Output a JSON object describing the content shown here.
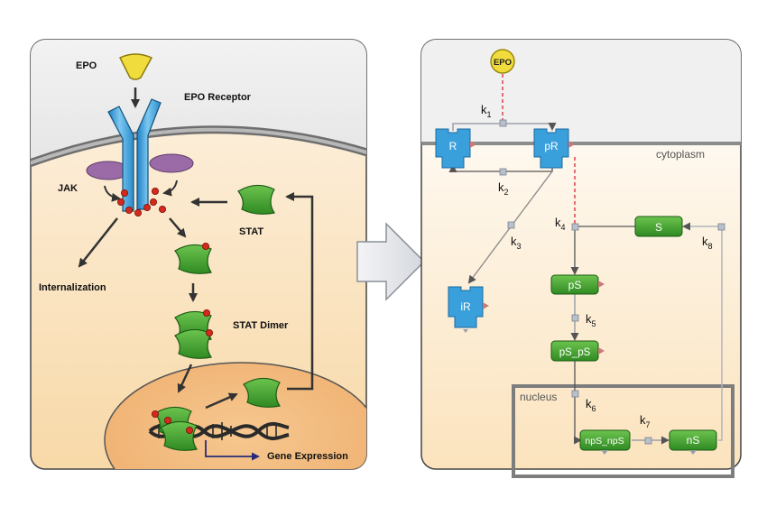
{
  "left_panel": {
    "epo": "EPO",
    "epo_receptor": "EPO Receptor",
    "jak": "JAK",
    "stat": "STAT",
    "internalization": "Internalization",
    "stat_dimer": "STAT Dimer",
    "gene_expression": "Gene Expression"
  },
  "right_panel": {
    "epo": "EPO",
    "cytoplasm": "cytoplasm",
    "nucleus": "nucleus",
    "species": {
      "R": "R",
      "pR": "pR",
      "iR": "iR",
      "S": "S",
      "pS": "pS",
      "pS_pS": "pS_pS",
      "npS_npS": "npS_npS",
      "nS": "nS"
    },
    "rates": {
      "k1": "1",
      "k2": "2",
      "k3": "3",
      "k4": "4",
      "k5": "5",
      "k6": "6",
      "k7": "7",
      "k8": "8"
    },
    "rate_symbol": "k"
  },
  "colors": {
    "receptor_blue": "#3aa0dc",
    "stat_green": "#3c9a2a",
    "epo_yellow": "#f0dc3c",
    "jak_purple": "#9b6ba8",
    "phospho_red": "#d42a1e",
    "membrane_gray": "#8c8c8c",
    "arrow_gray": "#c8ccd2",
    "dashed_red": "#e0404a"
  }
}
